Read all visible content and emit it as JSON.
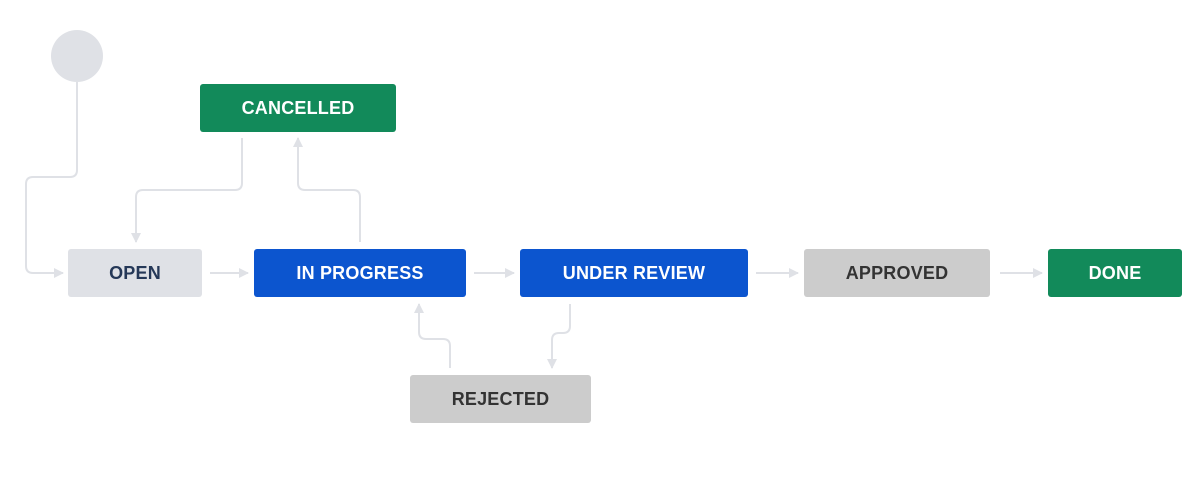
{
  "colors": {
    "todo_bg": "#dfe1e6",
    "todo_text": "#253858",
    "in_progress_bg": "#0c55cf",
    "neutral_bg": "#cccccc",
    "neutral_text": "#333333",
    "done_bg": "#128a5a",
    "status_text_light": "#ffffff",
    "connector": "#dfe1e6"
  },
  "workflow": {
    "start": {
      "icon": "start-node-circle"
    },
    "statuses": {
      "cancelled": {
        "label": "CANCELLED",
        "category": "done"
      },
      "open": {
        "label": "OPEN",
        "category": "todo"
      },
      "in_progress": {
        "label": "IN PROGRESS",
        "category": "in-progress"
      },
      "under_review": {
        "label": "UNDER REVIEW",
        "category": "in-progress"
      },
      "approved": {
        "label": "APPROVED",
        "category": "neutral"
      },
      "done": {
        "label": "DONE",
        "category": "done"
      },
      "rejected": {
        "label": "REJECTED",
        "category": "neutral"
      }
    },
    "transitions": [
      {
        "from": "start",
        "to": "open"
      },
      {
        "from": "open",
        "to": "in_progress"
      },
      {
        "from": "in_progress",
        "to": "under_review"
      },
      {
        "from": "under_review",
        "to": "approved"
      },
      {
        "from": "approved",
        "to": "done"
      },
      {
        "from": "in_progress",
        "to": "cancelled"
      },
      {
        "from": "cancelled",
        "to": "open"
      },
      {
        "from": "under_review",
        "to": "rejected"
      },
      {
        "from": "rejected",
        "to": "in_progress"
      }
    ]
  }
}
